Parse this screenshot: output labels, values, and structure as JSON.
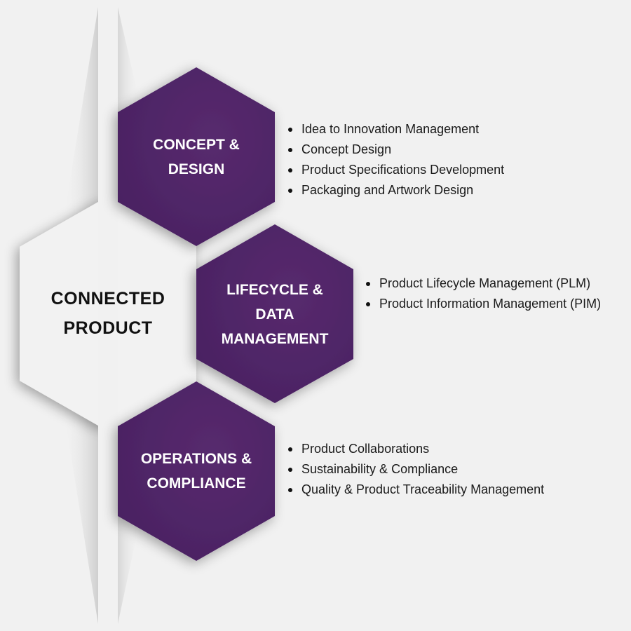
{
  "colors": {
    "background": "#f1f1f1",
    "hexagon": "#54286b",
    "center_hexagon": "#f2f2f2"
  },
  "center": {
    "line1": "CONNECTED",
    "line2": "PRODUCT"
  },
  "sections": [
    {
      "title_line1": "CONCEPT &",
      "title_line2": "DESIGN",
      "title_line3": "",
      "items": [
        "Idea to Innovation Management",
        "Concept Design",
        "Product Specifications Development",
        "Packaging and Artwork Design"
      ]
    },
    {
      "title_line1": "LIFECYCLE &",
      "title_line2": "DATA",
      "title_line3": "MANAGEMENT",
      "items": [
        "Product Lifecycle Management (PLM)",
        "Product Information Management (PIM)"
      ]
    },
    {
      "title_line1": "OPERATIONS &",
      "title_line2": "COMPLIANCE",
      "title_line3": "",
      "items": [
        "Product Collaborations",
        "Sustainability & Compliance",
        "Quality & Product Traceability Management"
      ]
    }
  ]
}
